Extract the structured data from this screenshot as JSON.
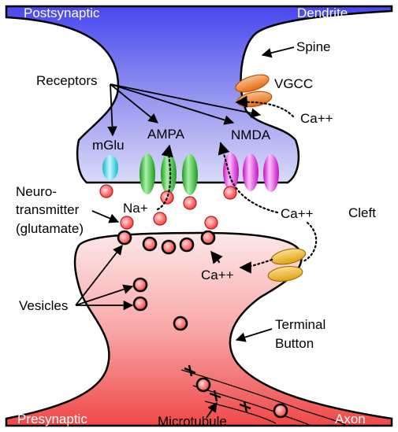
{
  "labels": {
    "postsynaptic": "Postsynaptic",
    "dendrite": "Dendrite",
    "spine": "Spine",
    "receptors": "Receptors",
    "vgcc": "VGCC",
    "ca_top": "Ca++",
    "mglu": "mGlu",
    "ampa": "AMPA",
    "nmda": "NMDA",
    "neurotransmitter_1": "Neuro-",
    "neurotransmitter_2": "transmitter",
    "neurotransmitter_3": "(glutamate)",
    "na": "Na+",
    "ca_mid": "Ca++",
    "cleft": "Cleft",
    "ca_bottom": "Ca++",
    "vesicles": "Vesicles",
    "terminal_1": "Terminal",
    "terminal_2": "Button",
    "presynaptic": "Presynaptic",
    "microtubule": "Microtubule",
    "axon": "Axon"
  },
  "colors": {
    "dendrite_top": "#4a4af0",
    "dendrite_bottom": "#d6d6f7",
    "axon_top": "#fbe3e3",
    "axon_bottom": "#f14e4e",
    "vgcc": "#f08a3a",
    "vgcc_bottom": "#f0c030",
    "mglu": "#34d6e6",
    "ampa": "#2ec02e",
    "nmda": "#e636e6",
    "vesicle": "#ff5a5a"
  }
}
